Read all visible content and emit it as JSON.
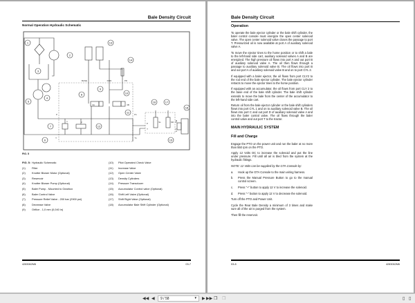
{
  "left_page": {
    "header": "Bale Density Circuit",
    "subtitle": "Normal Operation Hydraulic Schematic",
    "schematic_labels": [
      "1",
      "2",
      "3",
      "4",
      "5",
      "6",
      "7",
      "8",
      "9",
      "10",
      "11",
      "12",
      "13",
      "14",
      "15",
      "16",
      "17",
      "18",
      "BASE",
      "ROD",
      "PD",
      "P",
      "P1",
      "T",
      "T1",
      "3A",
      "3B",
      "1",
      "2",
      "SL",
      "SR",
      "P",
      "T",
      "B",
      "A"
    ],
    "fig_label": "FIG. 5",
    "legend_left": [
      {
        "n": "FIG. 5:",
        "t": "Hydraulic Schematic"
      },
      {
        "n": "(1)",
        "t": "Filter"
      },
      {
        "n": "(2)",
        "t": "Knotter Blower Motor (Optional)"
      },
      {
        "n": "(3)",
        "t": "Reservoir"
      },
      {
        "n": "(4)",
        "t": "Knotter Blower Pump (Optional)"
      },
      {
        "n": "(5)",
        "t": "Baler Pump - Mounted to Gearbox"
      },
      {
        "n": "(6)",
        "t": "Baler Control Valve"
      },
      {
        "n": "(7)",
        "t": "Pressure Relief Valve - 200 bar (2900 psi)"
      },
      {
        "n": "(8)",
        "t": "Decrease Valve"
      },
      {
        "n": "(9)",
        "t": "Orifice - 1,0 mm (0,040 in)"
      }
    ],
    "legend_right": [
      {
        "n": "(10)",
        "t": "Pilot Operated Check Valve"
      },
      {
        "n": "(11)",
        "t": "Increase Valve"
      },
      {
        "n": "(12)",
        "t": "Open Center Valve"
      },
      {
        "n": "(13)",
        "t": "Density Cylinders"
      },
      {
        "n": "(14)",
        "t": "Pressure Transducer"
      },
      {
        "n": "(15)",
        "t": "Accumulator Control valve (Optional)"
      },
      {
        "n": "(16)",
        "t": "Shift Left Valve (Optional)"
      },
      {
        "n": "(17)",
        "t": "Shift Right Valve (Optional)"
      },
      {
        "n": "(18)",
        "t": "Accumulator Bale Shift Cylinder (Optional)"
      }
    ],
    "footer_left": "4283062M6",
    "footer_right": "03-7"
  },
  "right_page": {
    "header": "Bale Density Circuit",
    "operation": "Operation",
    "p1": "To operate the bale ejector cylinder or the bale shift cylinder, the baler control console must energize the open center solenoid valve. The open center solenoid valve closes the passage to port T. Pressurized oil is now available at port A of auxiliary solenoid valve A.",
    "p2": "To move the ejector tines to the home position or to shift a bale to the left-hand side cart, auxiliary solenoid valves A and B are energized. The high pressure oil flows into port A and out port B of auxiliary solenoid valve A. The oil then flows through a passage to auxiliary solenoid valve B. The oil flows into port B and out port A of auxiliary solenoid valve B and on to port CYL 2.",
    "p3": "If equipped with a baler ejector, the oil flows from port CLY2 to the rod end of the bale ejector cylinder. The bale ejector cylinder retracts to move the ejector tines to the home position.",
    "p4": "If equipped with an accumulator, the oil flows from port CLY 2 to the base end of the bale shift cylinder. The bale shift cylinder extends to move the bale from the center of the accumulator to the left-hand side cart.",
    "p5": "Return oil from the bale ejector cylinder or the bale shift cylinders flows into port CYL 1 and on to auxiliary solenoid valve B. The oil flows into port C and out port D of auxiliary solenoid valve A and into the baler control valve. The oil flows through the baler control valve and out port T to the tractor.",
    "main_heading": "MAIN HYDRAULIC SYSTEM",
    "fill_heading": "Fill and Charge",
    "p6": "Engage the PTO on the power unit and run the baler at no more than 550 rpm on the PTO.",
    "p7": "Apply 12 Volts DC to increase the solenoid and put the line under pressure. Fill until all air is bled from the system at the hydraulic fittings.",
    "note": "NOTE: 12 Volts can be supplied by the GTA Console by:",
    "steps": [
      {
        "k": "a.",
        "t": "Hook up the GTA Console to the main wiring harness."
      },
      {
        "k": "b.",
        "t": "Press the Manual Pressure Button to go to the manual control screen."
      },
      {
        "k": "c.",
        "t": "Press \"+\" button to apply 12 V to increase the solenoid."
      },
      {
        "k": "d.",
        "t": "Press \"-\" button to apply 12 V to decrease the solenoid."
      }
    ],
    "p8": "Turn off the PTO and Power Unit.",
    "p9": "Cycle the Rear Bale Density a minimum of 3 times and make sure all of the air is purged from the system.",
    "p10": "Then fill the reservoir.",
    "footer_left": "03-8",
    "footer_right": "4283062M6"
  },
  "toolbar": {
    "page_indicator": "9 / 58",
    "first": "first-page-icon",
    "prev": "prev-page-icon",
    "next": "next-page-icon",
    "last": "last-page-icon"
  }
}
